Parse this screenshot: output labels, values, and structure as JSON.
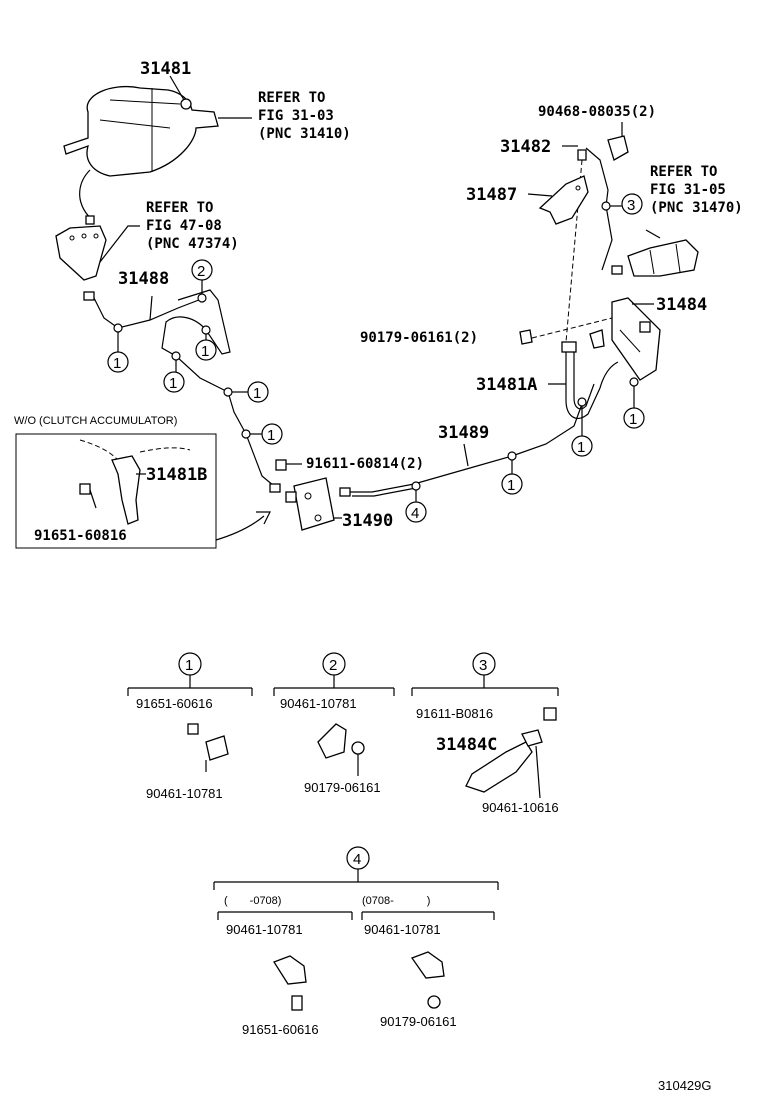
{
  "labels": {
    "p31481": "31481",
    "p31482": "31482",
    "p31487": "31487",
    "p31488": "31488",
    "p31484": "31484",
    "p31481A": "31481A",
    "p31489": "31489",
    "p31490": "31490",
    "p31481B": "31481B",
    "p90468": "90468-08035(2)",
    "p90179a": "90179-06161(2)",
    "p91611a": "91611-60814(2)",
    "p91651a": "91651-60816"
  },
  "refs": {
    "ref1": [
      "REFER TO",
      "FIG 31-03",
      "(PNC 31410)"
    ],
    "ref2": [
      "REFER TO",
      "FIG 47-08",
      "(PNC 47374)"
    ],
    "ref3": [
      "REFER TO",
      "FIG 31-05",
      "(PNC 31470)"
    ]
  },
  "inset": {
    "title": "W/O (CLUTCH ACCUMULATOR)"
  },
  "callouts": {
    "c1": "1",
    "c2": "2",
    "c3": "3",
    "c4": "4"
  },
  "groups": {
    "g1": {
      "a": "91651-60616",
      "b": "90461-10781"
    },
    "g2": {
      "a": "90461-10781",
      "b": "90179-06161"
    },
    "g3": {
      "a": "91611-B0816",
      "b": "31484C",
      "c": "90461-10616"
    },
    "g4": {
      "left_range": "(　　-0708)",
      "right_range": "(0708-　　　)",
      "la": "90461-10781",
      "lb": "91651-60616",
      "ra": "90461-10781",
      "rb": "90179-06161"
    }
  },
  "figure_code": "310429G"
}
